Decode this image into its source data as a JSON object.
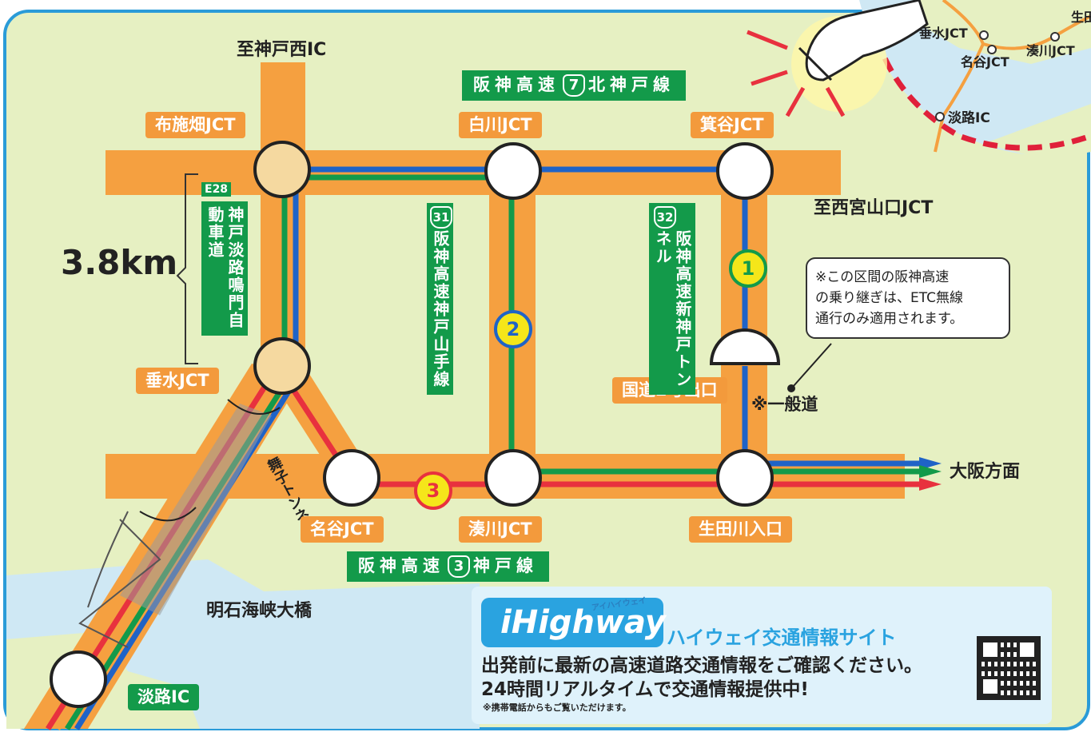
{
  "labels": {
    "to_kobe_nishi": "至神戸西IC",
    "to_nishinomiya": "至西宮山口JCT",
    "distance": "3.8km",
    "osaka_direction": "大阪方面",
    "akashi_bridge": "明石海峡大橋",
    "maiko_tunnel": "舞子トンネル",
    "general_road": "※一般道"
  },
  "junctions": {
    "fusehata": "布施畑JCT",
    "shirakawa": "白川JCT",
    "minotani": "箕谷JCT",
    "tarumi": "垂水JCT",
    "nadani": "名谷JCT",
    "minatogawa": "湊川JCT",
    "ikutagawa": "生田川入口",
    "kokudo2": "国道2号出口",
    "awaji_ic": "淡路IC"
  },
  "routes": {
    "route7_prefix": "阪神高速",
    "route7_num": "7",
    "route7_name": "北神戸線",
    "route3_prefix": "阪神高速",
    "route3_num": "3",
    "route3_name": "神戸線",
    "e28_badge": "E28",
    "kobe_awaji_col1": "自動車道",
    "kobe_awaji_col2": "神戸淡路鳴門",
    "route31_num": "31",
    "route31_col1": "神戸山手線",
    "route31_col2": "阪神高速",
    "route32_num": "32",
    "route32_col1": "新神戸トンネル",
    "route32_col2": "阪神高速",
    "circle_1": "1",
    "circle_2": "2",
    "circle_3": "3"
  },
  "note": {
    "line1": "※この区間の阪神高速",
    "line2": "の乗り継ぎは、ETC無線",
    "line3": "通行のみ適用されます。"
  },
  "inset": {
    "tarumi": "垂水JCT",
    "nadani": "名谷JCT",
    "minatogawa": "湊川JCT",
    "awaji": "淡路IC",
    "ikuta": "生田"
  },
  "ad": {
    "logo": "iHighway",
    "logo_ruby": "アイハイウェイ",
    "site_name": "ハイウェイ交通情報サイト",
    "line1": "出発前に最新の高速道路交通情報をご確認ください。",
    "line2": "24時間リアルタイムで交通情報提供中!",
    "footnote": "※携帯電話からもご覧いただけます。"
  },
  "colors": {
    "land": "#e6f0c2",
    "sea": "#cfe8f4",
    "expressway": "#f5a040",
    "route_blue": "#1f63c7",
    "route_green": "#139a4a",
    "route_red": "#e8313e",
    "frame_blue": "#2a9bd8",
    "inset_dash": "#e0203a"
  }
}
